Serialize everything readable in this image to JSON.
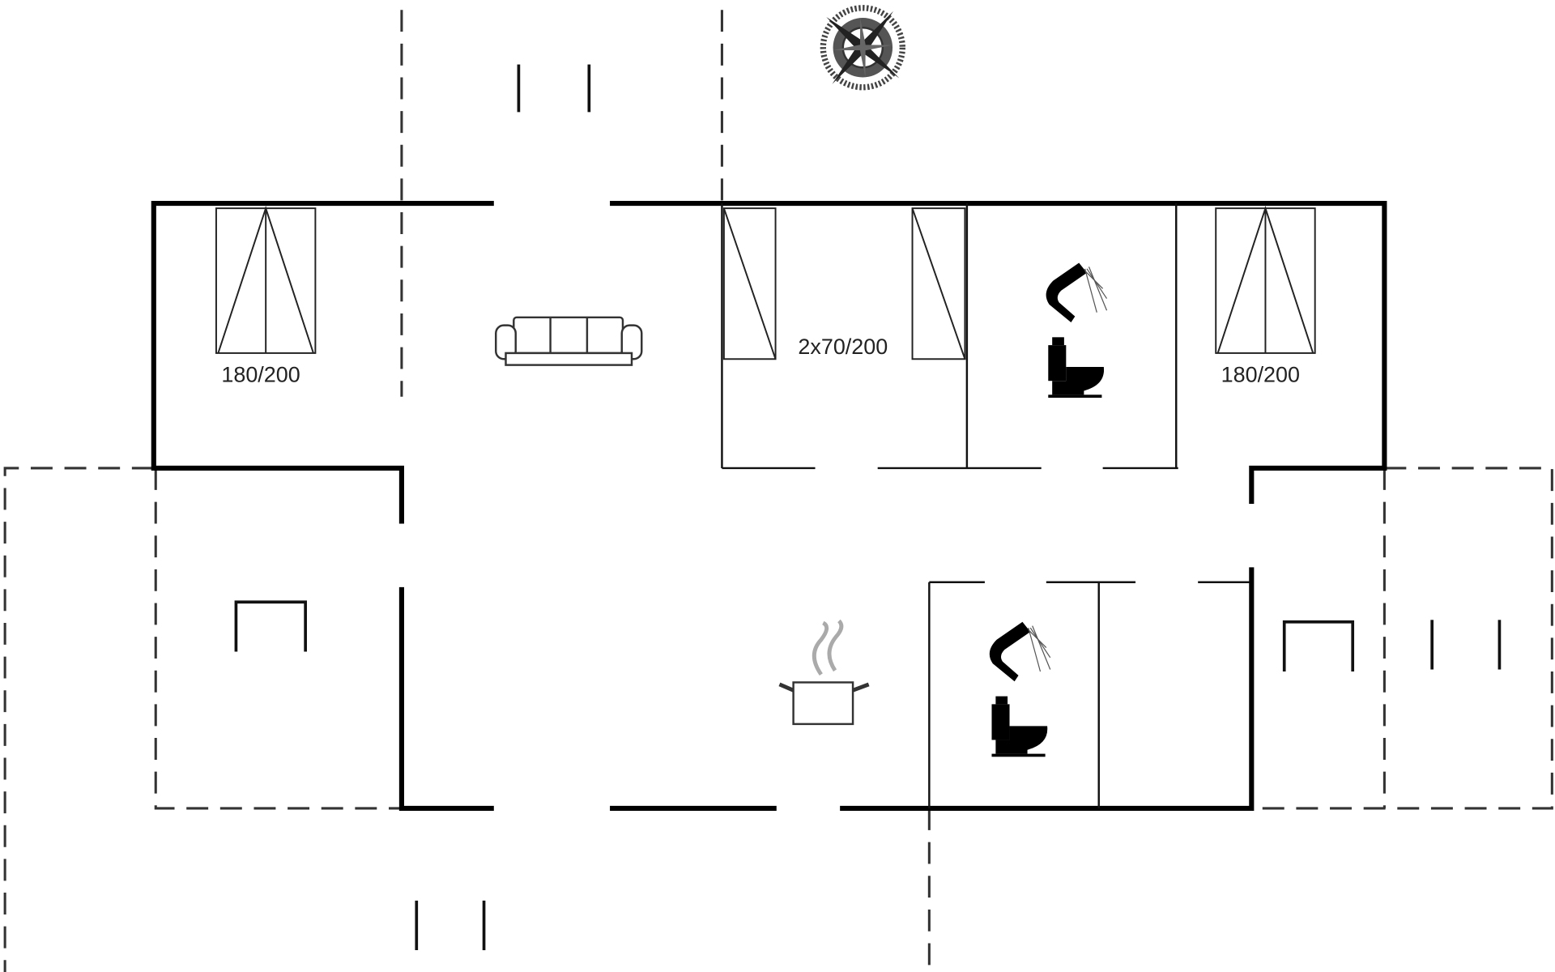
{
  "floorplan": {
    "bed_labels": [
      "180/200",
      "2x70/200",
      "180/200"
    ],
    "colors": {
      "wall": "#000000",
      "dashed": "#333333",
      "steam": "#aaaaaa"
    }
  }
}
